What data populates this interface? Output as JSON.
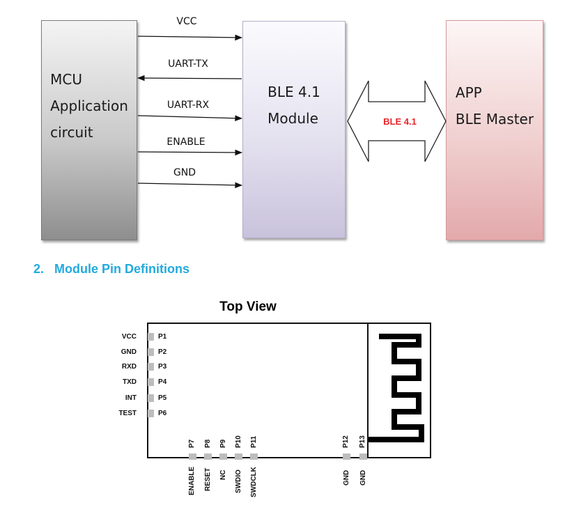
{
  "block_diagram": {
    "mcu_block": {
      "lines": [
        "MCU",
        "Application",
        "circuit"
      ],
      "color": "#c9c9c9"
    },
    "ble_block": {
      "lines": [
        "BLE 4.1",
        "Module"
      ],
      "color": "#e4e1ef"
    },
    "app_block": {
      "lines": [
        "APP",
        "BLE Master"
      ],
      "color": "#f0cfcf"
    },
    "signals": [
      {
        "label": "VCC",
        "direction": "right"
      },
      {
        "label": "UART-TX",
        "direction": "left"
      },
      {
        "label": "UART-RX",
        "direction": "right"
      },
      {
        "label": "ENABLE",
        "direction": "right"
      },
      {
        "label": "GND",
        "direction": "right"
      }
    ],
    "link_label": "BLE 4.1",
    "link_label_color": "#e8262b"
  },
  "section": {
    "number": "2.",
    "title": "Module Pin Definitions",
    "color": "#22aadd"
  },
  "pinout": {
    "title": "Top View",
    "left_pins": [
      {
        "name": "VCC",
        "pin": "P1"
      },
      {
        "name": "GND",
        "pin": "P2"
      },
      {
        "name": "RXD",
        "pin": "P3"
      },
      {
        "name": "TXD",
        "pin": "P4"
      },
      {
        "name": "INT",
        "pin": "P5"
      },
      {
        "name": "TEST",
        "pin": "P6"
      }
    ],
    "bottom_pins": [
      {
        "name": "ENABLE",
        "pin": "P7"
      },
      {
        "name": "RESET",
        "pin": "P8"
      },
      {
        "name": "NC",
        "pin": "P9"
      },
      {
        "name": "SWDIO",
        "pin": "P10"
      },
      {
        "name": "SWDCLK",
        "pin": "P11"
      },
      {
        "name": "GND",
        "pin": "P12"
      },
      {
        "name": "GND",
        "pin": "P13"
      }
    ]
  }
}
